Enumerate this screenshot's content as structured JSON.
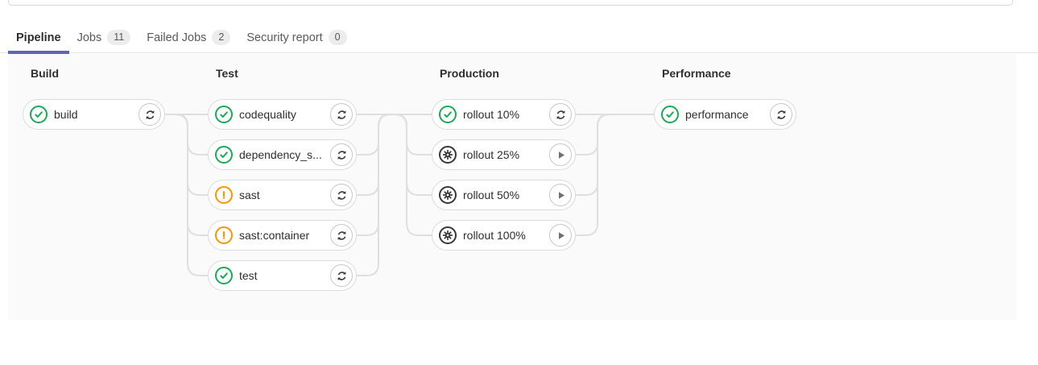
{
  "colors": {
    "accent": "#6263b3",
    "success": "#1aaa55",
    "warning": "#fc9403",
    "manual": "#36373d",
    "connector": "#dfdfdf",
    "graph_background": "#fafafa",
    "pill_border": "#dbdbdb",
    "tab_border": "#e3e3e8"
  },
  "tabs": {
    "items": [
      {
        "label": "Pipeline",
        "active": true
      },
      {
        "label": "Jobs",
        "badge": "11"
      },
      {
        "label": "Failed Jobs",
        "badge": "2"
      },
      {
        "label": "Security report",
        "badge": "0"
      }
    ]
  },
  "pipeline": {
    "stages": [
      {
        "name": "Build",
        "jobs": [
          {
            "label": "build",
            "status": "success",
            "action": "retry"
          }
        ]
      },
      {
        "name": "Test",
        "jobs": [
          {
            "label": "codequality",
            "status": "success",
            "action": "retry"
          },
          {
            "label": "dependency_s...",
            "status": "success",
            "action": "retry"
          },
          {
            "label": "sast",
            "status": "warning",
            "action": "retry"
          },
          {
            "label": "sast:container",
            "status": "warning",
            "action": "retry"
          },
          {
            "label": "test",
            "status": "success",
            "action": "retry"
          }
        ]
      },
      {
        "name": "Production",
        "jobs": [
          {
            "label": "rollout 10%",
            "status": "success",
            "action": "retry"
          },
          {
            "label": "rollout 25%",
            "status": "manual",
            "action": "play"
          },
          {
            "label": "rollout 50%",
            "status": "manual",
            "action": "play"
          },
          {
            "label": "rollout 100%",
            "status": "manual",
            "action": "play"
          }
        ]
      },
      {
        "name": "Performance",
        "jobs": [
          {
            "label": "performance",
            "status": "success",
            "action": "retry"
          }
        ]
      }
    ]
  }
}
